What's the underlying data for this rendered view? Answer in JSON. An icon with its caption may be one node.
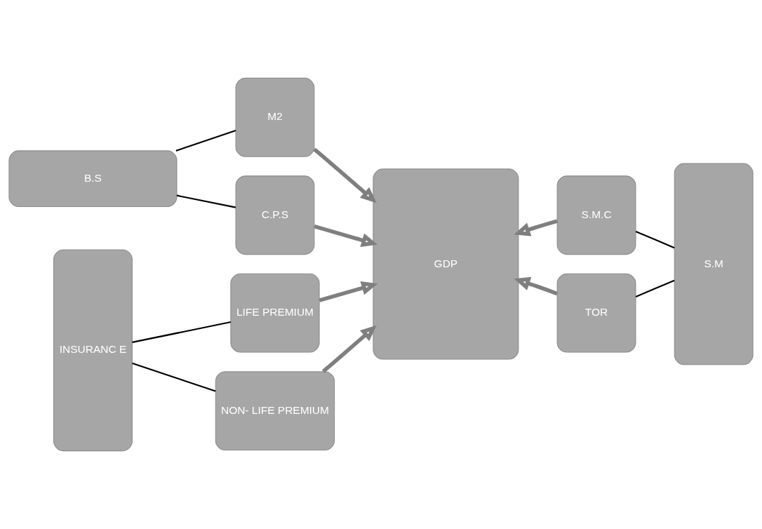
{
  "diagram": {
    "nodes": [
      {
        "text": [
          "B.S"
        ]
      },
      {
        "text": [
          "M2"
        ]
      },
      {
        "text": [
          "C.P.S"
        ]
      },
      {
        "text": [
          "INSURANC E"
        ]
      },
      {
        "text": [
          "LIFE PREMIUM"
        ]
      },
      {
        "text": [
          "NON- LIFE PREMIUM"
        ]
      },
      {
        "text": [
          "GDP"
        ]
      },
      {
        "text": [
          "S.M.C"
        ]
      },
      {
        "text": [
          "TOR"
        ]
      },
      {
        "text": [
          "S.M"
        ]
      }
    ],
    "edges": [
      {
        "from": 0,
        "to": 1,
        "arrow": "none"
      },
      {
        "from": 0,
        "to": 2,
        "arrow": "none"
      },
      {
        "from": 1,
        "to": 6,
        "arrow": "to",
        "style": "thick",
        "color": "#7f7f7f"
      },
      {
        "from": 2,
        "to": 6,
        "arrow": "to",
        "style": "thick",
        "color": "#7f7f7f"
      },
      {
        "from": 3,
        "to": 4,
        "arrow": "none"
      },
      {
        "from": 3,
        "to": 5,
        "arrow": "none"
      },
      {
        "from": 4,
        "to": 6,
        "arrow": "to",
        "style": "thick",
        "color": "#7f7f7f"
      },
      {
        "from": 5,
        "to": 6,
        "arrow": "to",
        "style": "thick",
        "color": "#7f7f7f"
      },
      {
        "from": 7,
        "to": 6,
        "arrow": "to",
        "style": "thick",
        "color": "#7f7f7f"
      },
      {
        "from": 8,
        "to": 6,
        "arrow": "to",
        "style": "thick",
        "color": "#7f7f7f"
      },
      {
        "from": 7,
        "to": 9,
        "arrow": "none"
      },
      {
        "from": 8,
        "to": 9,
        "arrow": "none"
      }
    ]
  }
}
